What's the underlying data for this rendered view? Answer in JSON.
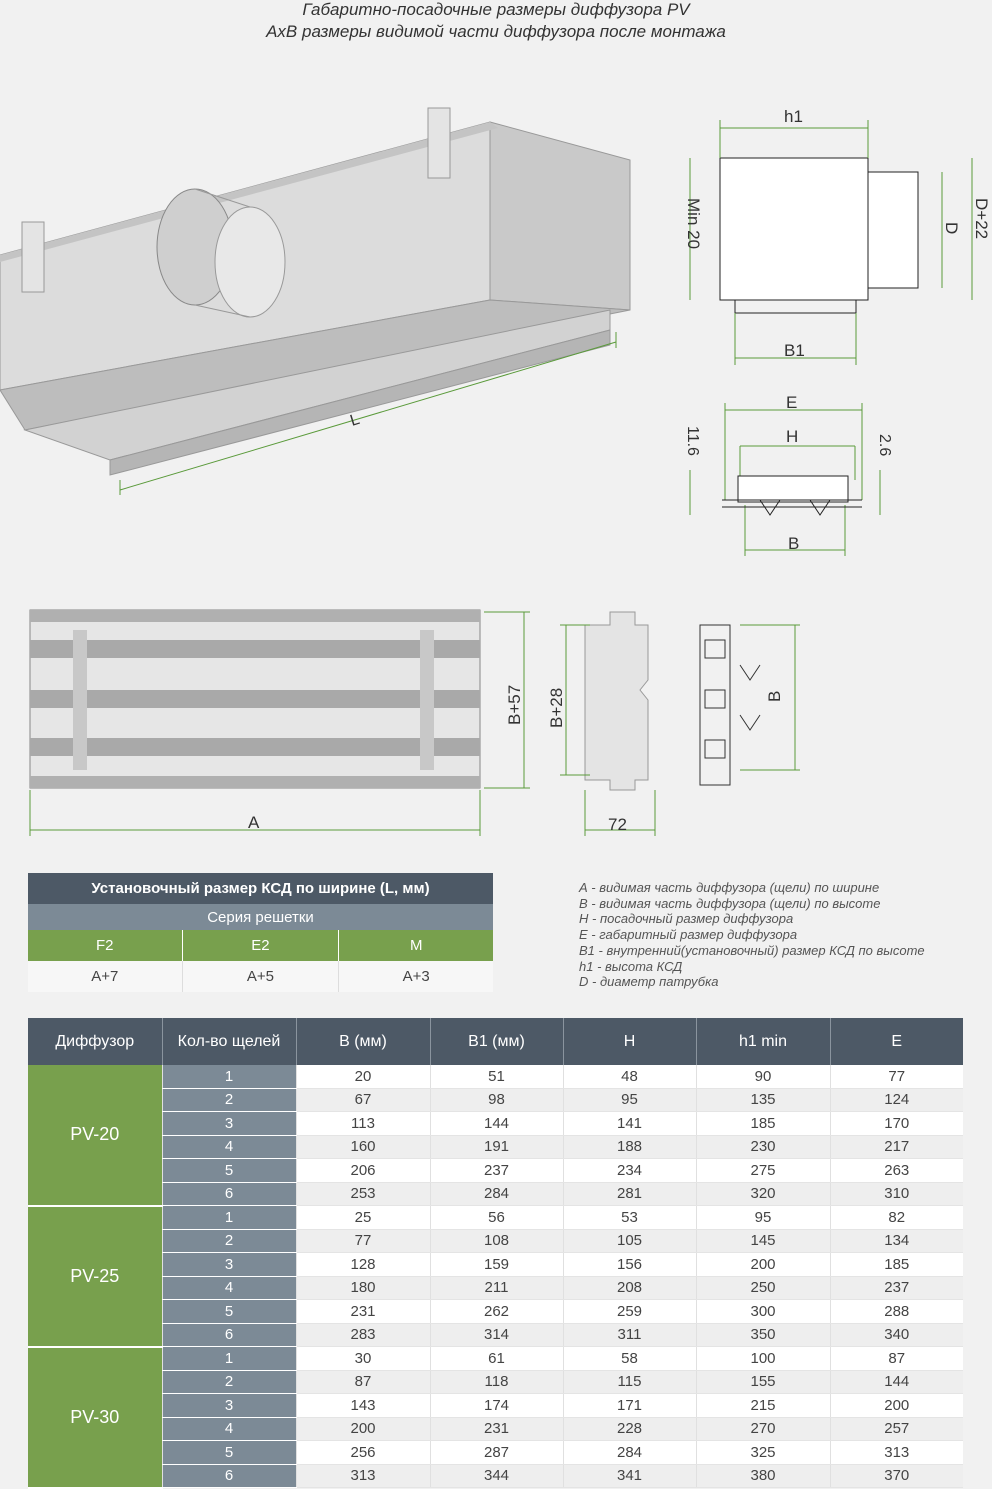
{
  "header": {
    "title": "Габаритно-посадочные размеры диффузора PV",
    "subtitle": "АхВ размеры видимой части диффузора после монтажа"
  },
  "drawing_labels": {
    "L": "L",
    "h1": "h1",
    "min20": "Min 20",
    "D": "D",
    "D22": "D+22",
    "B1": "B1",
    "E": "E",
    "H": "H",
    "d116": "11.6",
    "d26": "2.6",
    "B": "B",
    "A": "A",
    "B57": "B+57",
    "B28": "B+28",
    "d72": "72",
    "B_side": "B"
  },
  "ksd_table": {
    "title": "Установочный размер КСД по ширине (L, мм)",
    "series_label": "Серия решетки",
    "columns": [
      "F2",
      "E2",
      "M"
    ],
    "values": [
      "А+7",
      "А+5",
      "А+3"
    ]
  },
  "legend": [
    "А - видимая часть диффузора (щели) по ширине",
    "В - видимая часть диффузора (щели) по высоте",
    "Н - посадочный размер диффузора",
    "Е - габаритный размер диффузора",
    "В1 - внутренний(установочный) размер КСД по высоте",
    "h1 - высота КСД",
    "D - диаметр патрубка"
  ],
  "main_table": {
    "headers": [
      "Диффузор",
      "Кол-во щелей",
      "В (мм)",
      "В1 (мм)",
      "Н",
      "h1 min",
      "E"
    ],
    "groups": [
      {
        "name": "PV-20",
        "rows": [
          [
            "1",
            "20",
            "51",
            "48",
            "90",
            "77"
          ],
          [
            "2",
            "67",
            "98",
            "95",
            "135",
            "124"
          ],
          [
            "3",
            "113",
            "144",
            "141",
            "185",
            "170"
          ],
          [
            "4",
            "160",
            "191",
            "188",
            "230",
            "217"
          ],
          [
            "5",
            "206",
            "237",
            "234",
            "275",
            "263"
          ],
          [
            "6",
            "253",
            "284",
            "281",
            "320",
            "310"
          ]
        ]
      },
      {
        "name": "PV-25",
        "rows": [
          [
            "1",
            "25",
            "56",
            "53",
            "95",
            "82"
          ],
          [
            "2",
            "77",
            "108",
            "105",
            "145",
            "134"
          ],
          [
            "3",
            "128",
            "159",
            "156",
            "200",
            "185"
          ],
          [
            "4",
            "180",
            "211",
            "208",
            "250",
            "237"
          ],
          [
            "5",
            "231",
            "262",
            "259",
            "300",
            "288"
          ],
          [
            "6",
            "283",
            "314",
            "311",
            "350",
            "340"
          ]
        ]
      },
      {
        "name": "PV-30",
        "rows": [
          [
            "1",
            "30",
            "61",
            "58",
            "100",
            "87"
          ],
          [
            "2",
            "87",
            "118",
            "115",
            "155",
            "144"
          ],
          [
            "3",
            "143",
            "174",
            "171",
            "215",
            "200"
          ],
          [
            "4",
            "200",
            "231",
            "228",
            "270",
            "257"
          ],
          [
            "5",
            "256",
            "287",
            "284",
            "325",
            "313"
          ],
          [
            "6",
            "313",
            "344",
            "341",
            "380",
            "370"
          ]
        ]
      }
    ]
  }
}
